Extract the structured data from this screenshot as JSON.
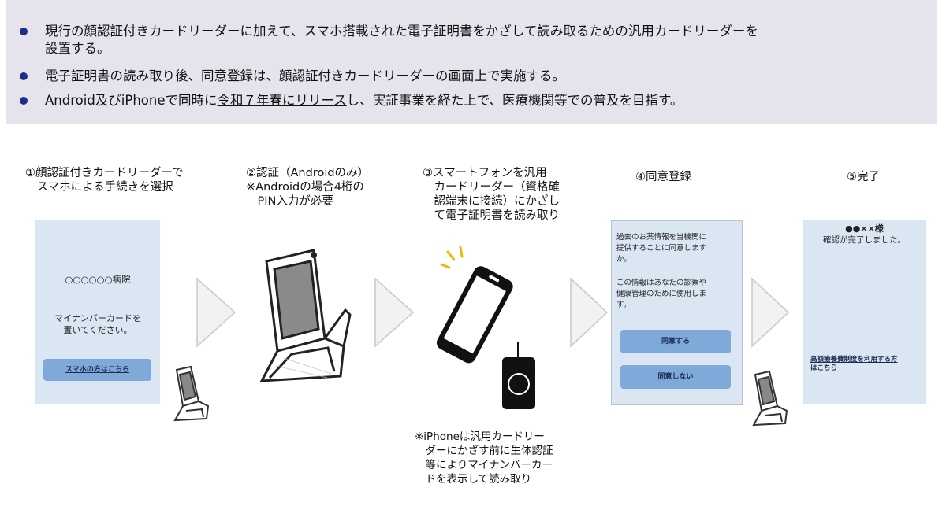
{
  "summary": {
    "bullets": [
      {
        "line1": "現行の顔認証付きカードリーダーに加えて、スマホ搭載された電子証明書をかざして読み取るための汎用カードリーダーを",
        "line2": "設置する。"
      },
      {
        "line1": "電子証明書の読み取り後、同意登録は、顔認証付きカードリーダーの画面上で実施する。"
      },
      {
        "pre": "Android及びiPhoneで同時に",
        "underlined": "令和７年春にリリース",
        "post": "し、実証事業を経た上で、医療機関等での普及を目指す。"
      }
    ],
    "bullet_color": "#1c2e8a"
  },
  "steps": [
    {
      "title": "①顔認証付きカードリーダーで\n　スマホによる手続きを選択"
    },
    {
      "title": "②認証（Androidのみ）\n※Androidの場合4桁の\n　PIN入力が必要"
    },
    {
      "title": "③スマートフォンを汎用\n　カードリーダー（資格確\n　認端末に接続）にかざし\n　て電子証明書を読み取り"
    },
    {
      "title": "④同意登録"
    },
    {
      "title": "⑤完了"
    }
  ],
  "screen1": {
    "hospital": "○○○○○○病院",
    "instruction": "マイナンバーカードを\n置いてください。",
    "button": "スマホの方はこちら"
  },
  "screen4": {
    "text1": "過去のお薬情報を当機関に\n提供することに同意します\nか。",
    "text2": "この情報はあなたの診察や\n健康管理のために使用しま\nす。",
    "agree": "同意する",
    "disagree": "同意しない"
  },
  "screen5": {
    "name": "●●××様",
    "message": "確認が完了しました。",
    "link": "高額療養費制度を利用する方\nはこちら"
  },
  "iphone_note": "※iPhoneは汎用カードリー\n　ダーにかざす前に生体認証\n　等によりマイナンバーカー\n　ドを表示して読み取り",
  "colors": {
    "panel": "#dbe6f3",
    "button": "#7ea9d8",
    "summary_bg": "#e6e3ed"
  }
}
